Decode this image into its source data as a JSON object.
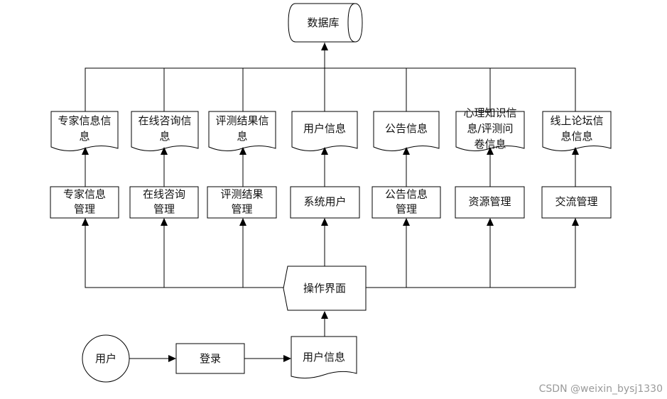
{
  "database": "数据库",
  "documents": [
    [
      "专家信息信",
      "息"
    ],
    [
      "在线咨询信",
      "息"
    ],
    [
      "评测结果信",
      "息"
    ],
    [
      "用户信息"
    ],
    [
      "公告信息"
    ],
    [
      "心理知识信",
      "息/评测问",
      "卷信息"
    ],
    [
      "线上论坛信",
      "息信息"
    ]
  ],
  "modules": [
    [
      "专家信息",
      "管理"
    ],
    [
      "在线咨询",
      "管理"
    ],
    [
      "评测结果",
      "管理"
    ],
    [
      "系统用户"
    ],
    [
      "公告信息",
      "管理"
    ],
    [
      "资源管理"
    ],
    [
      "交流管理"
    ]
  ],
  "interface": "操作界面",
  "user": "用户",
  "login": "登录",
  "user_info": "用户信息",
  "watermark": "CSDN @weixin_bysj1330"
}
